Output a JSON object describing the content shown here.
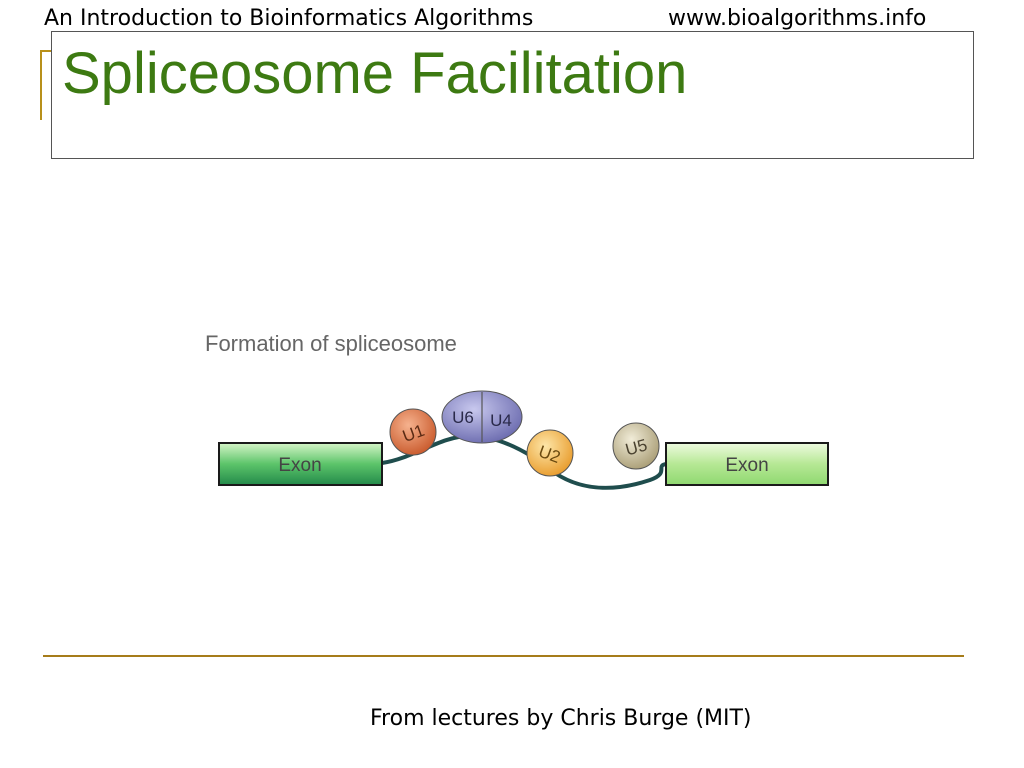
{
  "header": {
    "left_text": "An Introduction to Bioinformatics Algorithms",
    "right_text": "www.bioalgorithms.info"
  },
  "slide": {
    "title": "Spliceosome Facilitation"
  },
  "figure": {
    "caption": "Formation of spliceosome",
    "exon_left_label": "Exon",
    "exon_right_label": "Exon",
    "snrnps": {
      "u1": "U1",
      "u6": "U6",
      "u4": "U4",
      "u2": "U2",
      "u5": "U5"
    },
    "colors": {
      "exon_left": "#3cb371",
      "exon_right": "#a8e08a",
      "intron": "#1f4d4d",
      "u1": "#d9774a",
      "u6_u4": "#8c8cc8",
      "u2": "#f0b84a",
      "u5": "#c9bf9a"
    }
  },
  "footer": {
    "credit": "From lectures by Chris Burge (MIT)"
  },
  "colors": {
    "title": "#3d7a12",
    "accent_rule": "#a67c1a"
  }
}
